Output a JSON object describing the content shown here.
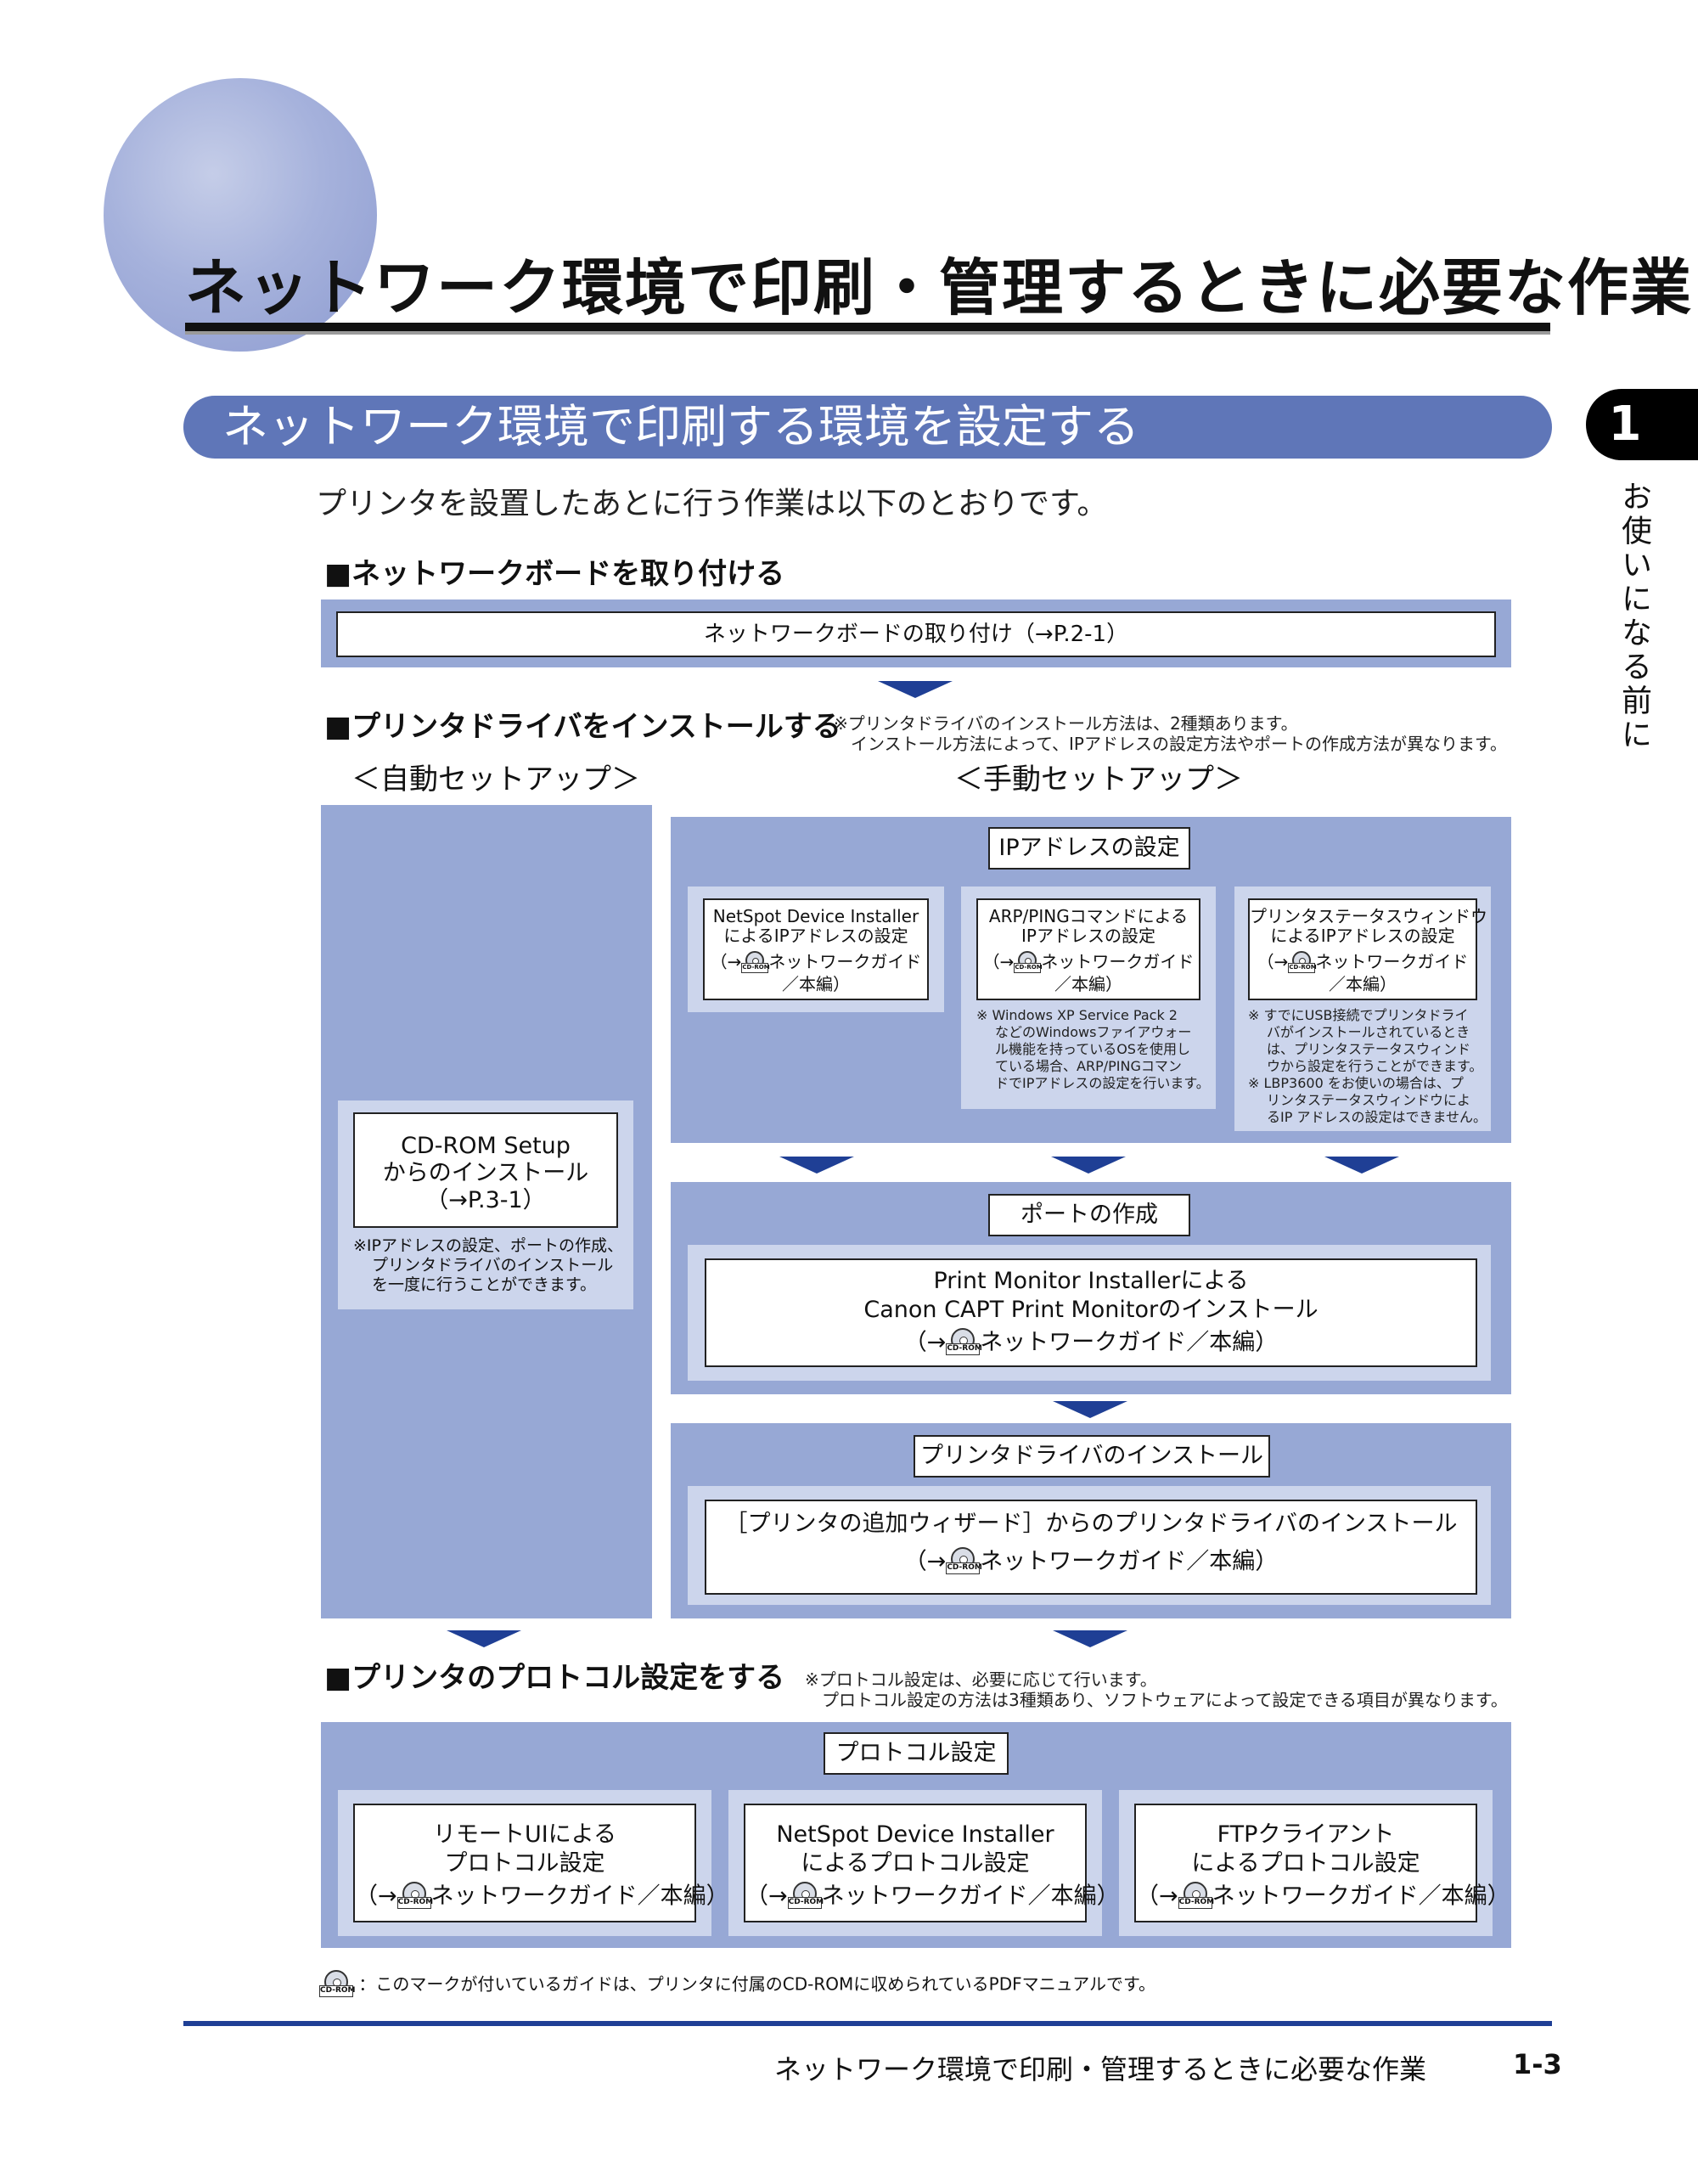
{
  "header": {
    "title": "ネットワーク環境で印刷・管理するときに必要な作業",
    "section_title": "ネットワーク環境で印刷する環境を設定する",
    "chapter_number": "1",
    "chapter_label": "お使いになる前に",
    "intro": "プリンタを設置したあとに行う作業は以下のとおりです。"
  },
  "step1": {
    "heading": "■ネットワークボードを取り付ける",
    "box": "ネットワークボードの取り付け（→P.2-1）"
  },
  "step2": {
    "heading": "■プリンタドライバをインストールする",
    "note_line1": "※プリンタドライバのインストール方法は、2種類あります。",
    "note_line2": "インストール方法によって、IPアドレスの設定方法やポートの作成方法が異なります。",
    "auto_label": "＜自動セットアップ＞",
    "manual_label": "＜手動セットアップ＞",
    "auto_box": [
      "CD-ROM Setup",
      "からのインストール",
      "（→P.3-1）"
    ],
    "auto_note": [
      "※IPアドレスの設定、ポートの作成、",
      "プリンタドライバのインストール",
      "を一度に行うことができます。"
    ],
    "ip_label": "IPアドレスの設定",
    "ip_options": [
      {
        "lines": [
          "NetSpot Device Installer",
          "によるIPアドレスの設定"
        ],
        "ref_prefix": "（→",
        "ref_text": "ネットワークガイド",
        "ref_tail": "／本編）",
        "note": []
      },
      {
        "lines": [
          "ARP/PINGコマンドによる",
          "IPアドレスの設定"
        ],
        "ref_prefix": "（→",
        "ref_text": "ネットワークガイド",
        "ref_tail": "／本編）",
        "note": [
          "※ Windows XP Service Pack 2",
          "などのWindowsファイアウォー",
          "ル機能を持っているOSを使用し",
          "ている場合、ARP/PINGコマン",
          "ドでIPアドレスの設定を行います。"
        ]
      },
      {
        "lines": [
          "プリンタステータスウィンドウ",
          "によるIPアドレスの設定"
        ],
        "ref_prefix": "（→",
        "ref_text": "ネットワークガイド",
        "ref_tail": "／本編）",
        "note": [
          "※ すでにUSB接続でプリンタドライ",
          "バがインストールされているとき",
          "は、プリンタステータスウィンド",
          "ウから設定を行うことができます。",
          "※ LBP3600 をお使いの場合は、プ",
          "リンタステータスウィンドウによ",
          "るIP アドレスの設定はできません。"
        ]
      }
    ],
    "port_label": "ポートの作成",
    "port_box": [
      "Print Monitor Installerによる",
      "Canon CAPT Print Monitorのインストール"
    ],
    "port_ref_prefix": "（→",
    "port_ref_text": "ネットワークガイド／本編）",
    "driver_label": "プリンタドライバのインストール",
    "driver_box": "［プリンタの追加ウィザード］からのプリンタドライバのインストール",
    "driver_ref_prefix": "（→",
    "driver_ref_text": "ネットワークガイド／本編）"
  },
  "step3": {
    "heading": "■プリンタのプロトコル設定をする",
    "note_line1": "※プロトコル設定は、必要に応じて行います。",
    "note_line2": "プロトコル設定の方法は3種類あり、ソフトウェアによって設定できる項目が異なります。",
    "label": "プロトコル設定",
    "options": [
      {
        "lines": [
          "リモートUIによる",
          "プロトコル設定"
        ],
        "ref_prefix": "（→",
        "ref_text": "ネットワークガイド／本編）"
      },
      {
        "lines": [
          "NetSpot Device Installer",
          "によるプロトコル設定"
        ],
        "ref_prefix": "（→",
        "ref_text": "ネットワークガイド／本編）"
      },
      {
        "lines": [
          "FTPクライアント",
          "によるプロトコル設定"
        ],
        "ref_prefix": "（→",
        "ref_text": "ネットワークガイド／本編）"
      }
    ]
  },
  "footnote": "：このマークが付いているガイドは、プリンタに付属のCD-ROMに収められているPDFマニュアルです。",
  "cd_icon_label": "CD-ROM",
  "footer": {
    "title": "ネットワーク環境で印刷・管理するときに必要な作業",
    "page": "1-3"
  },
  "colors": {
    "panel": "#97a8d5",
    "inner_panel": "#ccd5ec",
    "section_bar": "#5f76b8",
    "arrow": "#1f3f95"
  },
  "icons": [
    "cd-rom-icon",
    "down-arrow-icon"
  ]
}
